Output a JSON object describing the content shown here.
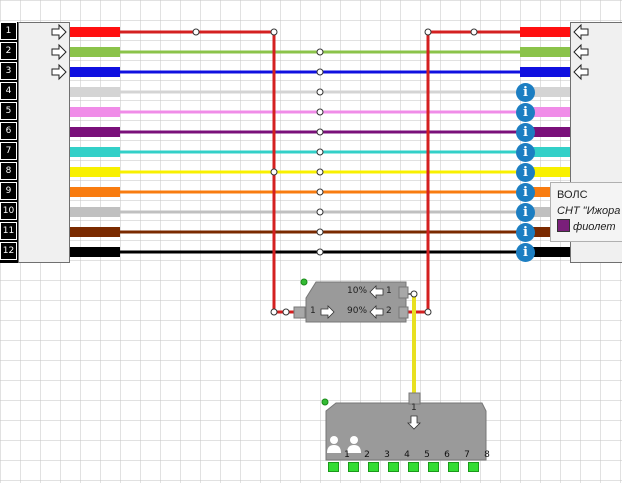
{
  "fibers": [
    {
      "num": "1",
      "color": "#ff1010"
    },
    {
      "num": "2",
      "color": "#8bc34a"
    },
    {
      "num": "3",
      "color": "#1010e0"
    },
    {
      "num": "4",
      "color": "#d4d4d4"
    },
    {
      "num": "5",
      "color": "#f08ce8"
    },
    {
      "num": "6",
      "color": "#7a107a"
    },
    {
      "num": "7",
      "color": "#33d0c8"
    },
    {
      "num": "8",
      "color": "#f8f000"
    },
    {
      "num": "9",
      "color": "#f87c10"
    },
    {
      "num": "10",
      "color": "#c0c0c0"
    },
    {
      "num": "11",
      "color": "#7a2a00"
    },
    {
      "num": "12",
      "color": "#000000"
    }
  ],
  "tooltip": {
    "line1": "ВОЛС",
    "line2": "СНТ \"Ижора",
    "line3": "фиолет",
    "swatch_color": "#7a1f7a"
  },
  "splitter": {
    "in_port": "1",
    "out1_pct": "10%",
    "out1_port": "1",
    "out2_pct": "90%",
    "out2_port": "2"
  },
  "device": {
    "in_port": "1",
    "ports": [
      "1",
      "2",
      "3",
      "4",
      "5",
      "6",
      "7",
      "8"
    ]
  }
}
